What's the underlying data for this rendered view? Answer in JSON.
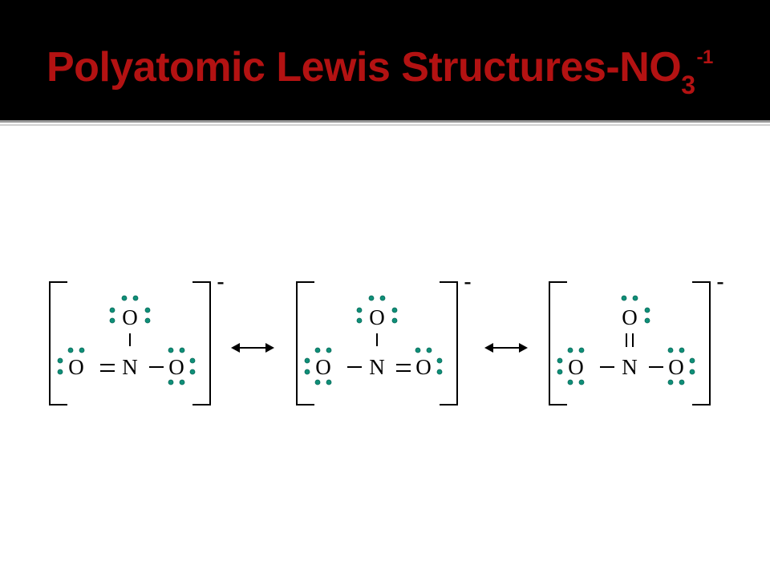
{
  "slide": {
    "title": "Polyatomic Lewis Structures-NO",
    "title_subscript": "3",
    "title_superscript": "-1"
  },
  "diagram": {
    "resonance_structures": [
      {
        "top_atom": "O",
        "center_atom": "N",
        "left_atom": "O",
        "right_atom": "O",
        "bonds": {
          "top": "single",
          "left": "double",
          "right": "single"
        },
        "charge": "-"
      },
      {
        "top_atom": "O",
        "center_atom": "N",
        "left_atom": "O",
        "right_atom": "O",
        "bonds": {
          "top": "single",
          "left": "single",
          "right": "double"
        },
        "charge": "-"
      },
      {
        "top_atom": "O",
        "center_atom": "N",
        "left_atom": "O",
        "right_atom": "O",
        "bonds": {
          "top": "double",
          "left": "single",
          "right": "single"
        },
        "charge": "-"
      }
    ],
    "arrow_symbol": "↔",
    "colors": {
      "title": "#b31212",
      "title_bar": "#000000",
      "lone_pair_dots": "#0f8f78"
    }
  }
}
